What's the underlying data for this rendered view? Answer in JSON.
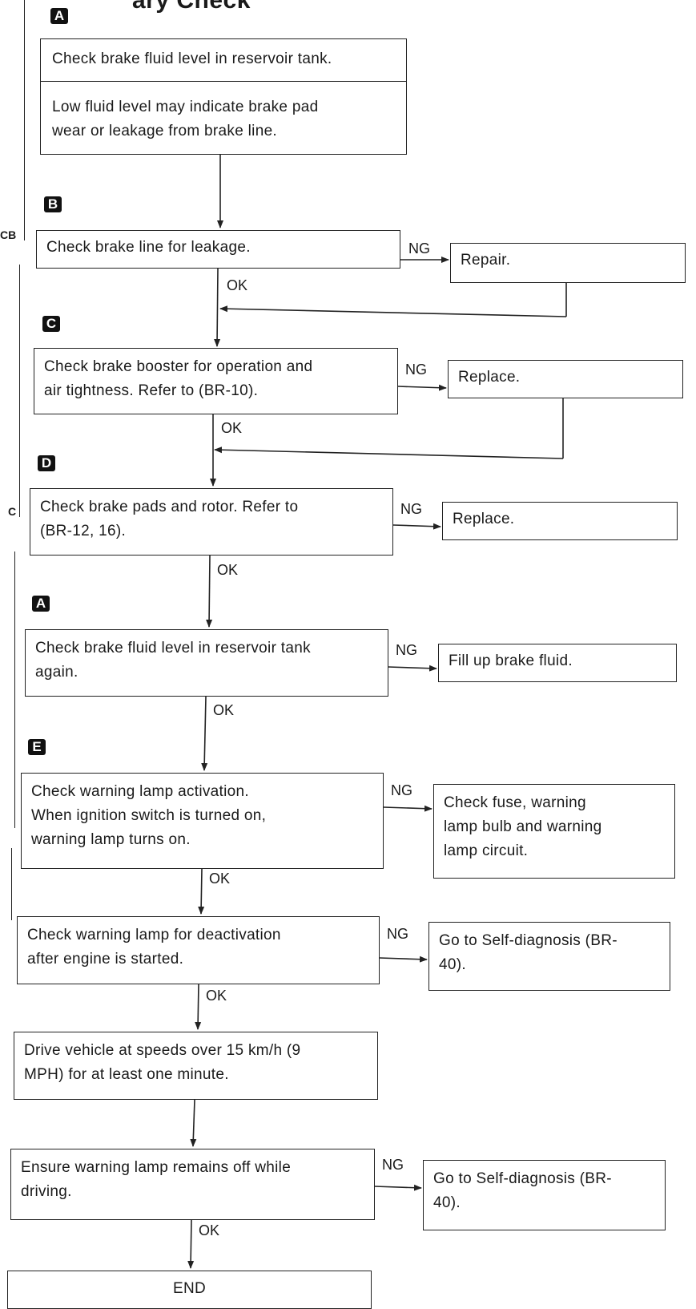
{
  "header": {
    "title": "ary Check"
  },
  "left_edge": {
    "fragments": [
      "CB",
      "C"
    ]
  },
  "markers": {
    "a1": "A",
    "b": "B",
    "c": "C",
    "d": "D",
    "a2": "A",
    "e": "E"
  },
  "steps": {
    "check_fluid": {
      "line1": "Check brake fluid level in reservoir tank.",
      "note_line1": "Low fluid level may indicate brake pad",
      "note_line2": "wear or leakage from brake line."
    },
    "check_line": {
      "line1": "Check brake line for leakage."
    },
    "repair": {
      "line1": "Repair."
    },
    "check_booster": {
      "line1": "Check brake booster for operation and",
      "line2": "air tightness. Refer to (BR-10)."
    },
    "replace_booster": {
      "line1": "Replace."
    },
    "check_pads": {
      "line1": "Check brake pads and rotor. Refer to",
      "line2": "(BR-12, 16)."
    },
    "replace_pads": {
      "line1": "Replace."
    },
    "check_fluid_again": {
      "line1": "Check brake fluid level in reservoir tank",
      "line2": "again."
    },
    "fill_fluid": {
      "line1": "Fill up brake fluid."
    },
    "check_lamp_activation": {
      "line1": "Check warning lamp activation.",
      "line2": "When ignition switch is turned on,",
      "line3": "warning lamp turns on."
    },
    "check_fuse": {
      "line1": "Check fuse, warning",
      "line2": "lamp bulb and warning",
      "line3": "lamp circuit."
    },
    "check_lamp_deactivation": {
      "line1": "Check warning lamp for deactivation",
      "line2": "after engine is started."
    },
    "self_diag_1": {
      "line1": "Go to Self-diagnosis (BR-",
      "line2": "40)."
    },
    "drive_vehicle": {
      "line1": "Drive vehicle at speeds over 15 km/h (9",
      "line2": "MPH) for at least one minute."
    },
    "ensure_lamp_off": {
      "line1": "Ensure warning lamp remains off while",
      "line2": "driving."
    },
    "self_diag_2": {
      "line1": "Go to Self-diagnosis (BR-",
      "line2": "40)."
    },
    "end": {
      "line1": "END"
    }
  },
  "labels": {
    "ok": "OK",
    "ng": "NG"
  }
}
